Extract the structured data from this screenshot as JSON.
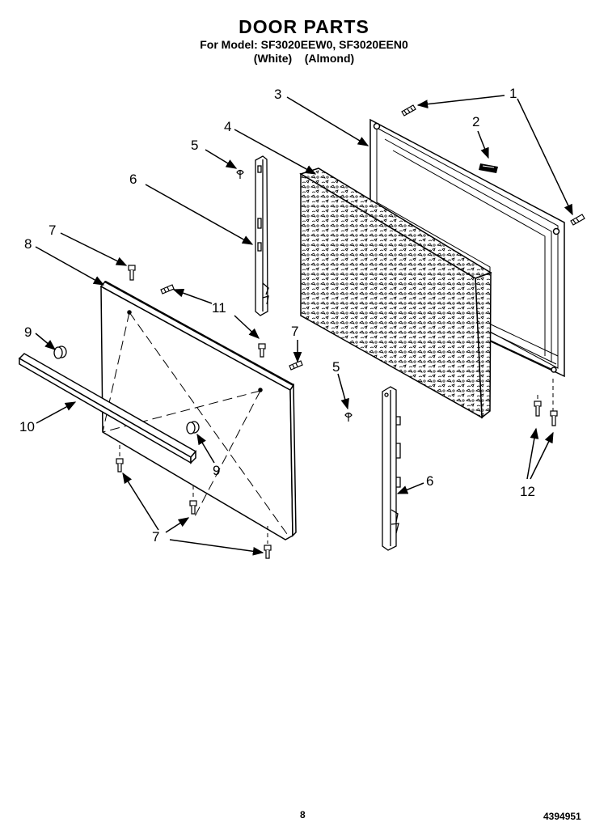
{
  "header": {
    "title": "DOOR PARTS",
    "model_line": "For Model: SF3020EEW0, SF3020EEN0",
    "colors_line": "(White)    (Almond)"
  },
  "callouts": {
    "c1": "1",
    "c2": "2",
    "c3": "3",
    "c4": "4",
    "c5a": "5",
    "c5b": "5",
    "c6a": "6",
    "c6b": "6",
    "c7a": "7",
    "c7b": "7",
    "c7c": "7",
    "c8": "8",
    "c9a": "9",
    "c9b": "9",
    "c10": "10",
    "c11": "11",
    "c12": "12"
  },
  "footer": {
    "page": "8",
    "part_number": "4394951"
  },
  "colors": {
    "ink": "#000000",
    "paper": "#ffffff"
  }
}
